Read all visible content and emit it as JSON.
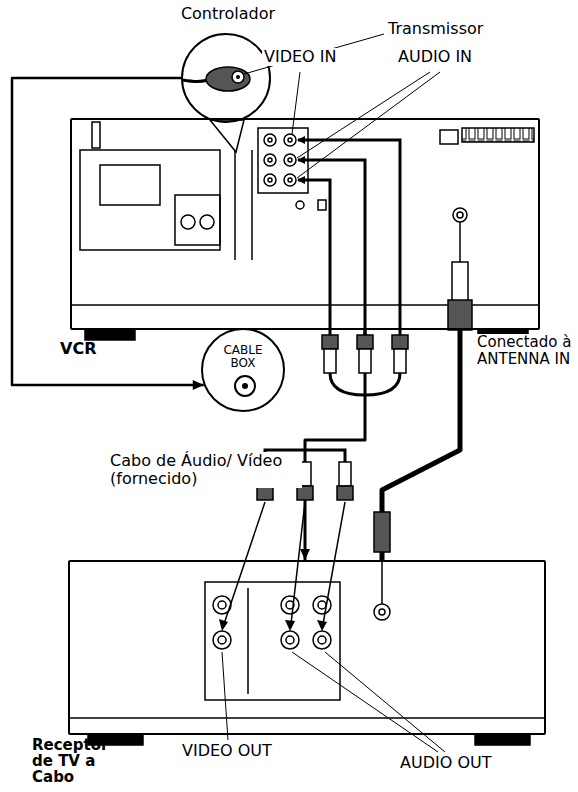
{
  "diagram": {
    "nodes": [
      {
        "text": [
          "Controlador"
        ]
      },
      {
        "text": [
          "VCR"
        ]
      },
      {
        "text": [
          "CABLE BOX"
        ]
      },
      {
        "text": [
          "Receptor de TV a Cabo"
        ]
      }
    ],
    "edges": [
      {
        "from": 0,
        "to": 2,
        "arrow": "to"
      },
      {
        "from": 1,
        "to": 3,
        "label": "Cabo de Áudio/ Vídeo (fornecido)",
        "arrow": "both"
      },
      {
        "from": 1,
        "to": 3,
        "arrow": "none"
      }
    ],
    "labels": [
      "Transmissor",
      "VIDEO IN",
      "AUDIO IN",
      "Conectado à ANTENNA IN",
      "VIDEO OUT",
      "AUDIO OUT"
    ]
  }
}
